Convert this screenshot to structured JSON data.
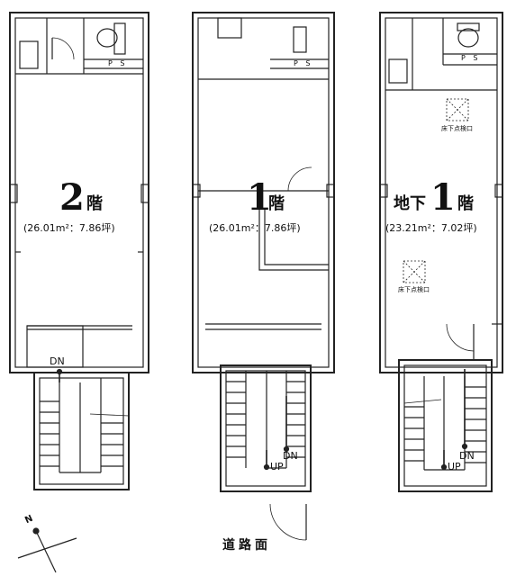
{
  "floors": [
    {
      "id": "2f",
      "number": "2",
      "suffix": "階",
      "area": "(26.01m²：7.86坪)",
      "ps": "P S",
      "stair_label": "DN"
    },
    {
      "id": "1f",
      "number": "1",
      "suffix": "階",
      "area": "(26.01m²：7.86坪)",
      "ps": "P S",
      "stair_dn": "DN",
      "stair_up": "UP"
    },
    {
      "id": "b1",
      "prefix": "地下",
      "number": "1",
      "suffix": "階",
      "area": "(23.21m²：7.02坪)",
      "ps": "P S",
      "inspection_label": "床下点検口",
      "stair_dn": "DN",
      "stair_up": "UP"
    }
  ],
  "road_label": "道路面",
  "compass": {
    "label": "N"
  }
}
